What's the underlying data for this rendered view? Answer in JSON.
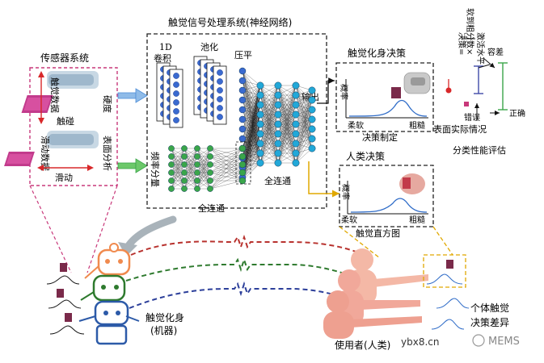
{
  "titles": {
    "sensor_system": "传感器系统",
    "tactile_processing": "触觉信号处理系统(神经网络)",
    "embodied_decision": "触觉化身决策",
    "human_decision": "人类决策",
    "classification_eval": "分类性能评估"
  },
  "sensor": {
    "tactile_data": "触觉数据",
    "touch": "触碰",
    "hardness": "硬度",
    "slide_data": "滑动数据",
    "slide": "滑动",
    "surface_analysis": "表面分析"
  },
  "network": {
    "conv1d_a": "1D",
    "conv1d_b": "卷积",
    "pooling": "池化",
    "flatten": "压平",
    "spectrum": "频率分量",
    "fully_connected_1": "全连通",
    "fully_connected_2": "全连通",
    "output": "输出"
  },
  "embodied": {
    "probability": "概率",
    "soft": "柔软",
    "rough": "粗糙",
    "decision_making": "决策制定"
  },
  "human": {
    "probability": "概率",
    "soft": "柔软",
    "rough": "粗糙",
    "histogram": "触觉直方图"
  },
  "evaluation": {
    "label_accuracy": "软到粗分数×",
    "label_threshold_a": "决策=",
    "label_threshold_b": "激活水平",
    "tolerance": "容差",
    "error": "错误",
    "correct": "正确",
    "actual": "表面实际情况"
  },
  "bottom": {
    "avatar_a": "触觉化身",
    "avatar_b": "(机器)",
    "user": "使用者(人类)",
    "diff_a": "个体触觉",
    "diff_b": "决策差异"
  },
  "watermark": {
    "site": "ybx8.cn",
    "brand": "MEMS"
  },
  "colors": {
    "pink_dash": "#c8387a",
    "black_dash": "#222222",
    "yellow_dash": "#e0a800",
    "blue_arrow": "#4f8fd8",
    "green_arrow": "#4cb84a",
    "red_line": "#b8322e",
    "green_line": "#2e7a2e",
    "blue_line": "#2c3f9a",
    "orange_robot": "#f08a4e",
    "human_skin": "#f4b8a6",
    "bar_green": "#3aa64a",
    "bar_blue": "#3f4aa8",
    "point_red": "#d8282a",
    "node_blue": "#3a6ad0",
    "node_green": "#3aa64a",
    "node_cyan": "#22a8d8"
  }
}
